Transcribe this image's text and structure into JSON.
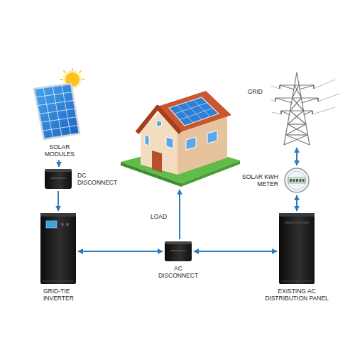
{
  "diagram": {
    "nodes": [
      {
        "text": [
          "SOLAR MODULES"
        ]
      },
      {
        "text": [
          "LOAD"
        ]
      },
      {
        "text": [
          "GRID"
        ]
      },
      {
        "text": [
          "DC DISCONNECT"
        ]
      },
      {
        "text": [
          "SOLAR KWH METER"
        ]
      },
      {
        "text": [
          "GRID-TIE INVERTER"
        ]
      },
      {
        "text": [
          "AC DISCONNECT"
        ]
      },
      {
        "text": [
          "EXISTING AC DISTRIBUTION PANEL"
        ]
      }
    ],
    "edges": [
      {
        "from": 0,
        "to": 3,
        "arrow": "to"
      },
      {
        "from": 3,
        "to": 5,
        "arrow": "to"
      },
      {
        "from": 5,
        "to": 6,
        "arrow": "both"
      },
      {
        "from": 6,
        "to": 1,
        "arrow": "to"
      },
      {
        "from": 6,
        "to": 7,
        "arrow": "both"
      },
      {
        "from": 7,
        "to": 4,
        "arrow": "both"
      },
      {
        "from": 4,
        "to": 2,
        "arrow": "both"
      }
    ]
  }
}
